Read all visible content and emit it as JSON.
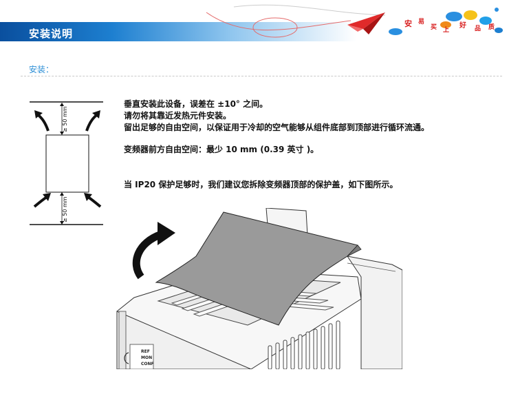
{
  "header": {
    "title": "安装说明",
    "slogan_chars": [
      "安",
      "易",
      "买",
      "上",
      "好",
      "品",
      "质"
    ],
    "colors": {
      "bar_dark": "#0a4f9e",
      "bar_mid": "#1d7fd0",
      "plane": "#e02a2a"
    }
  },
  "section": {
    "label": "安装："
  },
  "diagram": {
    "top_clearance": "≥ 50 mm",
    "bottom_clearance": "≥ 50 mm"
  },
  "instructions": {
    "lines": [
      "垂直安装此设备，误差在 ±10° 之间。",
      "请勿将其靠近发热元件安装。",
      "留出足够的自由空间，以保证用于冷却的空气能够从组件底部到顶部进行循环流通。"
    ],
    "front_clearance": "变频器前方自由空间：最少 10 mm (0.39 英寸 )。",
    "ip20_note": "当 IP20 保护足够时，我们建议您拆除变频器顶部的保护盖，如下图所示。"
  },
  "keypad_labels": [
    "REF",
    "MON",
    "CONF"
  ]
}
